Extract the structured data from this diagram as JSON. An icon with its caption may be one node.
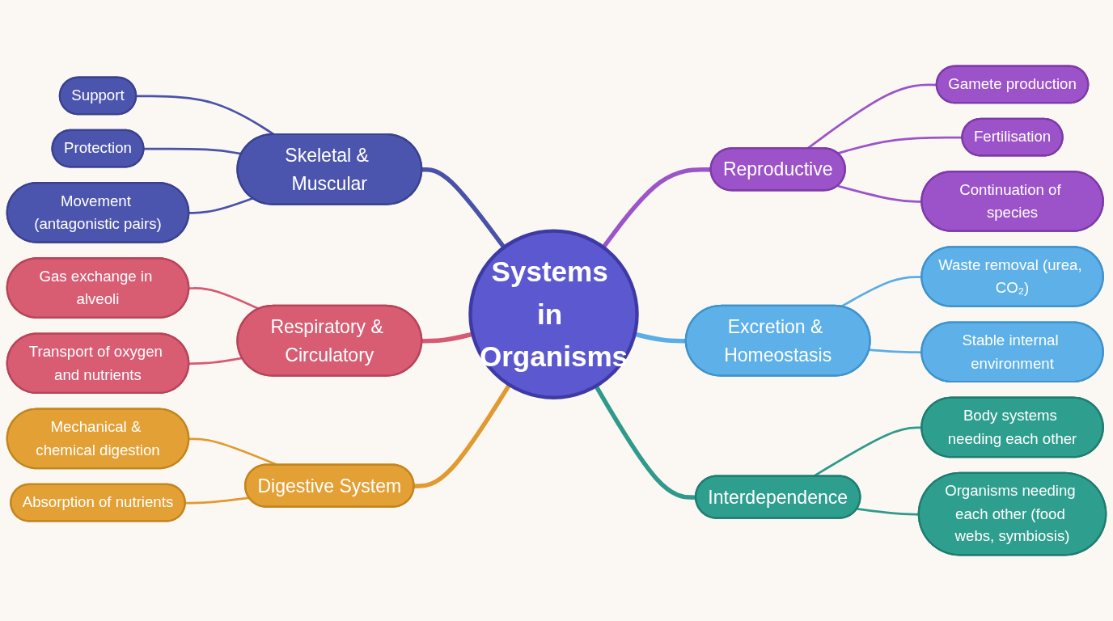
{
  "diagram": {
    "nodes": [
      {
        "text": [
          "Systems in Organisms"
        ]
      },
      {
        "text": [
          "Skeletal & Muscular"
        ]
      },
      {
        "text": [
          "Support"
        ]
      },
      {
        "text": [
          "Protection"
        ]
      },
      {
        "text": [
          "Movement (antagonistic pairs)"
        ]
      },
      {
        "text": [
          "Reproductive"
        ]
      },
      {
        "text": [
          "Gamete production"
        ]
      },
      {
        "text": [
          "Fertilisation"
        ]
      },
      {
        "text": [
          "Continuation of species"
        ]
      },
      {
        "text": [
          "Respiratory & Circulatory"
        ]
      },
      {
        "text": [
          "Gas exchange in alveoli"
        ]
      },
      {
        "text": [
          "Transport of oxygen and nutrients"
        ]
      },
      {
        "text": [
          "Excretion & Homeostasis"
        ]
      },
      {
        "text": [
          "Waste removal (urea, CO₂)"
        ]
      },
      {
        "text": [
          "Stable internal environment"
        ]
      },
      {
        "text": [
          "Digestive System"
        ]
      },
      {
        "text": [
          "Mechanical & chemical digestion"
        ]
      },
      {
        "text": [
          "Absorption of nutrients"
        ]
      },
      {
        "text": [
          "Interdependence"
        ]
      },
      {
        "text": [
          "Body systems needing each other"
        ]
      },
      {
        "text": [
          "Organisms needing each other (food webs, symbiosis)"
        ]
      }
    ],
    "edges": [
      {
        "from": 1,
        "to": 0,
        "arrow": "none",
        "style": "thick",
        "color": "#4a52a8"
      },
      {
        "from": 2,
        "to": 1,
        "arrow": "none",
        "color": "#4a52a8"
      },
      {
        "from": 3,
        "to": 1,
        "arrow": "none",
        "color": "#4a52a8"
      },
      {
        "from": 4,
        "to": 1,
        "arrow": "none",
        "color": "#4a52a8"
      },
      {
        "from": 0,
        "to": 5,
        "arrow": "none",
        "style": "thick",
        "color": "#9b55c9"
      },
      {
        "from": 5,
        "to": 6,
        "arrow": "none",
        "color": "#9b55c9"
      },
      {
        "from": 5,
        "to": 7,
        "arrow": "none",
        "color": "#9b55c9"
      },
      {
        "from": 5,
        "to": 8,
        "arrow": "none",
        "color": "#9b55c9"
      },
      {
        "from": 9,
        "to": 0,
        "arrow": "none",
        "style": "thick",
        "color": "#d65a72"
      },
      {
        "from": 10,
        "to": 9,
        "arrow": "none",
        "color": "#d65a72"
      },
      {
        "from": 11,
        "to": 9,
        "arrow": "none",
        "color": "#d65a72"
      },
      {
        "from": 0,
        "to": 12,
        "arrow": "none",
        "style": "thick",
        "color": "#5aade6"
      },
      {
        "from": 12,
        "to": 13,
        "arrow": "none",
        "color": "#5aade6"
      },
      {
        "from": 12,
        "to": 14,
        "arrow": "none",
        "color": "#5aade6"
      },
      {
        "from": 15,
        "to": 0,
        "arrow": "none",
        "style": "thick",
        "color": "#e09a30"
      },
      {
        "from": 16,
        "to": 15,
        "arrow": "none",
        "color": "#e09a30"
      },
      {
        "from": 17,
        "to": 15,
        "arrow": "none",
        "color": "#e09a30"
      },
      {
        "from": 0,
        "to": 18,
        "arrow": "none",
        "style": "thick",
        "color": "#2f9a8c"
      },
      {
        "from": 18,
        "to": 19,
        "arrow": "none",
        "color": "#2f9a8c"
      },
      {
        "from": 18,
        "to": 20,
        "arrow": "none",
        "color": "#2f9a8c"
      }
    ]
  }
}
